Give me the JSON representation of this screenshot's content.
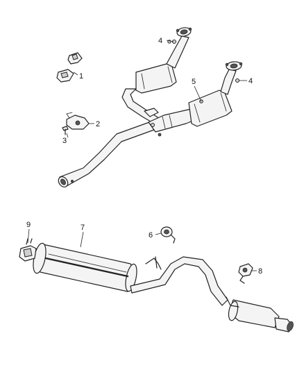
{
  "callouts": [
    {
      "id": "c1",
      "label": "1"
    },
    {
      "id": "c2",
      "label": "2"
    },
    {
      "id": "c3",
      "label": "3"
    },
    {
      "id": "c4a",
      "label": "4"
    },
    {
      "id": "c4b",
      "label": "4"
    },
    {
      "id": "c5",
      "label": "5"
    },
    {
      "id": "c6",
      "label": "6"
    },
    {
      "id": "c7",
      "label": "7"
    },
    {
      "id": "c8",
      "label": "8"
    },
    {
      "id": "c9",
      "label": "9"
    }
  ]
}
